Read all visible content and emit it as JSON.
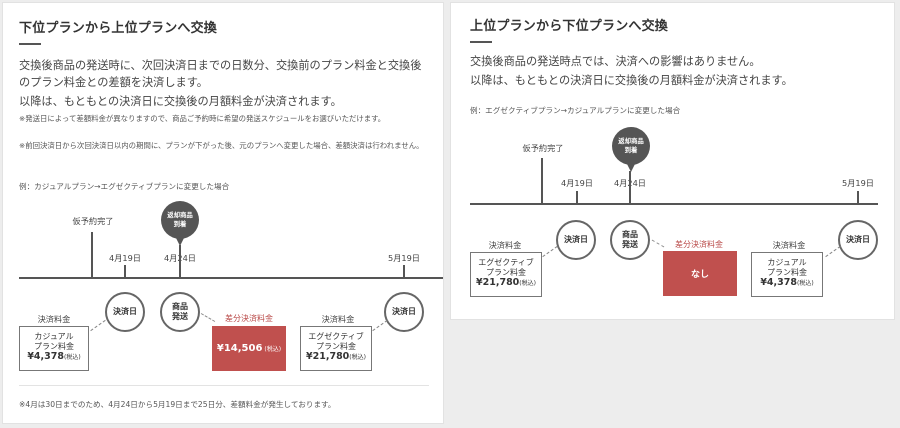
{
  "left": {
    "title": "下位プランから上位プランへ交換",
    "paragraph1": "交換後商品の発送時に、次回決済日までの日数分、交換前のプラン料金と交換後のプラン料金との差額を決済します。",
    "paragraph2": "以降は、もともとの決済日に交換後の月額料金が決済されます。",
    "note1": "※発送日によって差額料金が異なりますので、商品ご予約時に希望の発送スケジュールをお選びいただけます。",
    "note2": "※前回決済日から次回決済日以内の期間に、プランが下がった後、元のプランへ変更した場合、差額決済は行われません。",
    "example": "例：カジュアルプラン→エグゼクティブプランに変更した場合",
    "reservation": "仮予約完了",
    "pin": [
      "返却商品",
      "到着"
    ],
    "dates": [
      "4月19日",
      "4月24日",
      "5月19日"
    ],
    "settlement_label": "決済料金",
    "settlement_day": "決済日",
    "shipping": [
      "商品",
      "発送"
    ],
    "diff_label": "差分決済料金",
    "box1": [
      "カジュアル",
      "プラン料金",
      "¥4,378",
      "(税込)"
    ],
    "box2": [
      "エグゼクティブ",
      "プラン料金",
      "¥21,780",
      "(税込)"
    ],
    "diff_amount": "¥14,506",
    "diff_tax": "(税込)",
    "footnote": "※4月は30日までのため、4月24日から5月19日まで25日分、差額料金が発生しております。"
  },
  "right": {
    "title": "上位プランから下位プランへ交換",
    "paragraph1": "交換後商品の発送時点では、決済への影響はありません。",
    "paragraph2": "以降は、もともとの決済日に交換後の月額料金が決済されます。",
    "example": "例：エグゼクティブプラン→カジュアルプランに変更した場合",
    "reservation": "仮予約完了",
    "pin": [
      "返却商品",
      "到着"
    ],
    "dates": [
      "4月19日",
      "4月24日",
      "5月19日"
    ],
    "settlement_label": "決済料金",
    "settlement_day": "決済日",
    "shipping": [
      "商品",
      "発送"
    ],
    "diff_label": "差分決済料金",
    "box1": [
      "エグゼクティブ",
      "プラン料金",
      "¥21,780",
      "(税込)"
    ],
    "box2": [
      "カジュアル",
      "プラン料金",
      "¥4,378",
      "(税込)"
    ],
    "diff_none": "なし"
  }
}
